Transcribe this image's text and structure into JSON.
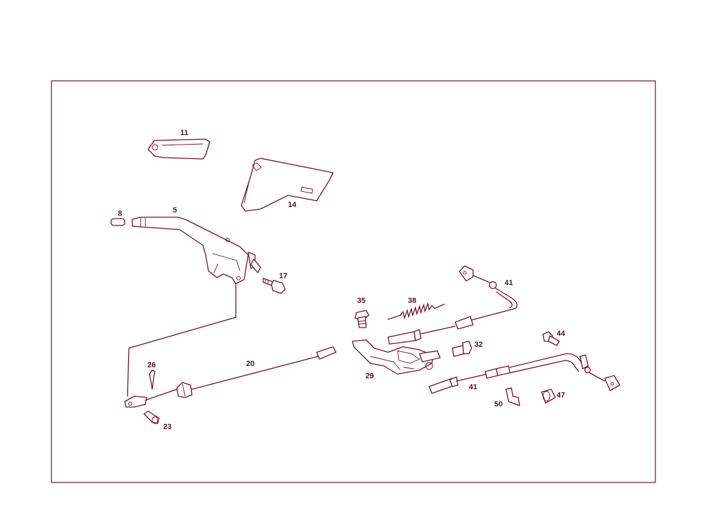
{
  "diagram": {
    "callouts": {
      "p11": "11",
      "p14": "14",
      "p8": "8",
      "p5": "5",
      "p17": "17",
      "p35": "35",
      "p38": "38",
      "p41a": "41",
      "p44": "44",
      "p32": "32",
      "p29": "29",
      "p20": "20",
      "p26": "26",
      "p23": "23",
      "p41b": "41",
      "p50": "50",
      "p47": "47"
    },
    "colors": {
      "line": "#6e1028",
      "text": "#4a1420",
      "background": "#ffffff"
    }
  }
}
